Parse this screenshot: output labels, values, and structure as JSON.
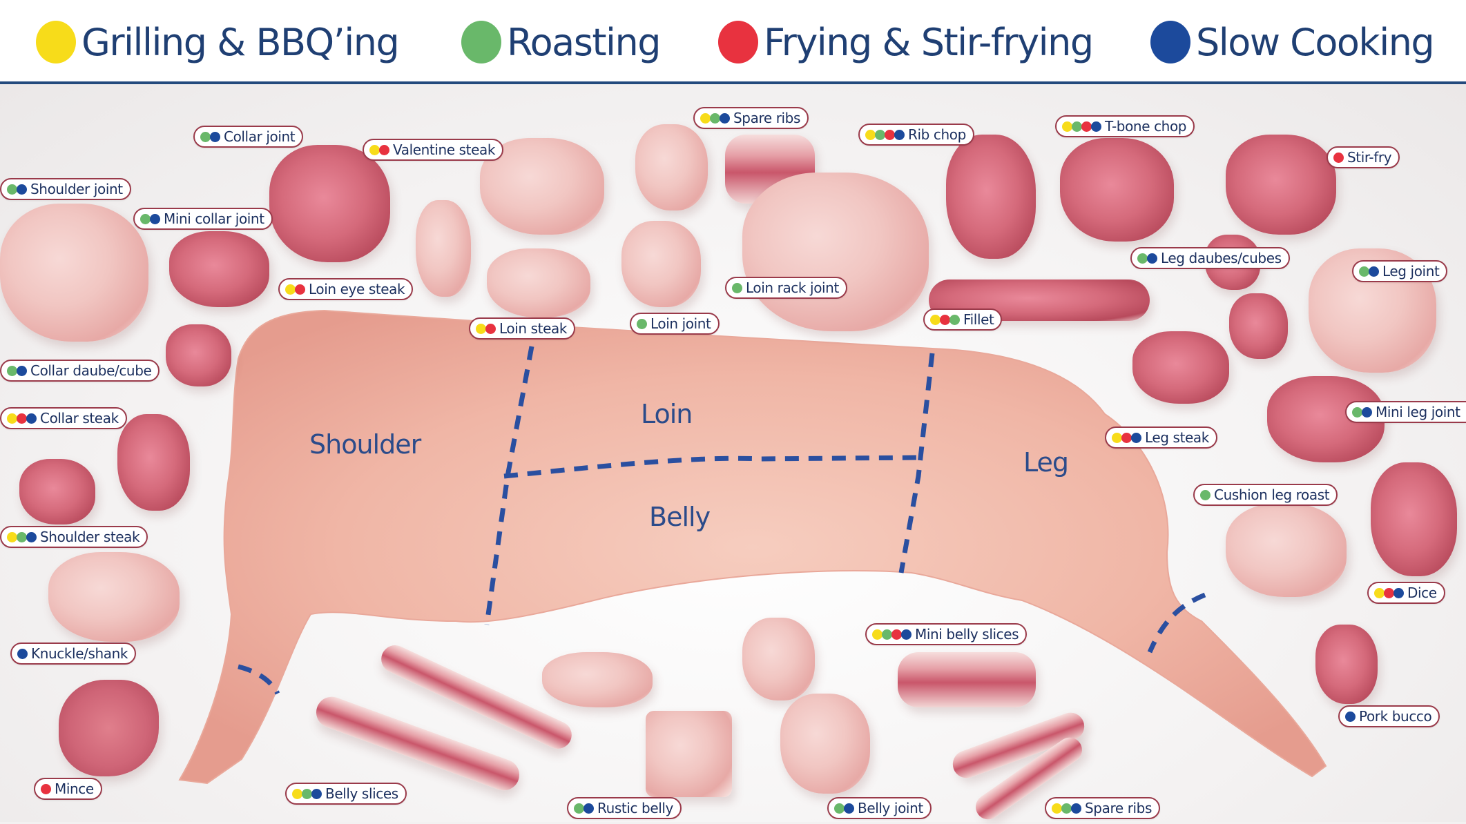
{
  "legend": {
    "methods": [
      {
        "key": "grill",
        "label": "Grilling & BBQ’ing",
        "color": "#f7dc1a",
        "icon": "yellow-dot-icon"
      },
      {
        "key": "roast",
        "label": "Roasting",
        "color": "#69b86a",
        "icon": "green-dot-icon"
      },
      {
        "key": "fry",
        "label": "Frying & Stir-frying",
        "color": "#e8323f",
        "icon": "red-dot-icon"
      },
      {
        "key": "slow",
        "label": "Slow Cooking",
        "color": "#1c4a9c",
        "icon": "blue-dot-icon"
      }
    ]
  },
  "regions": {
    "shoulder": "Shoulder",
    "loin": "Loin",
    "belly": "Belly",
    "leg": "Leg"
  },
  "cuts": [
    {
      "name": "Collar joint",
      "methods": [
        "roast",
        "slow"
      ]
    },
    {
      "name": "Valentine steak",
      "methods": [
        "grill",
        "fry"
      ]
    },
    {
      "name": "Spare ribs",
      "methods": [
        "grill",
        "roast",
        "slow"
      ]
    },
    {
      "name": "Rib chop",
      "methods": [
        "grill",
        "roast",
        "fry",
        "slow"
      ]
    },
    {
      "name": "T-bone chop",
      "methods": [
        "grill",
        "roast",
        "fry",
        "slow"
      ]
    },
    {
      "name": "Stir-fry",
      "methods": [
        "fry"
      ]
    },
    {
      "name": "Shoulder joint",
      "methods": [
        "roast",
        "slow"
      ]
    },
    {
      "name": "Mini collar joint",
      "methods": [
        "roast",
        "slow"
      ]
    },
    {
      "name": "Loin eye steak",
      "methods": [
        "grill",
        "fry"
      ]
    },
    {
      "name": "Loin steak",
      "methods": [
        "grill",
        "fry"
      ]
    },
    {
      "name": "Loin joint",
      "methods": [
        "roast"
      ]
    },
    {
      "name": "Loin rack joint",
      "methods": [
        "roast"
      ]
    },
    {
      "name": "Fillet",
      "methods": [
        "grill",
        "fry",
        "roast"
      ]
    },
    {
      "name": "Leg daubes/cubes",
      "methods": [
        "roast",
        "slow"
      ]
    },
    {
      "name": "Leg joint",
      "methods": [
        "roast",
        "slow"
      ]
    },
    {
      "name": "Collar daube/cube",
      "methods": [
        "roast",
        "slow"
      ]
    },
    {
      "name": "Collar steak",
      "methods": [
        "grill",
        "fry",
        "slow"
      ]
    },
    {
      "name": "Leg steak",
      "methods": [
        "grill",
        "fry",
        "slow"
      ]
    },
    {
      "name": "Mini leg joint",
      "methods": [
        "roast",
        "slow"
      ]
    },
    {
      "name": "Cushion leg roast",
      "methods": [
        "roast"
      ]
    },
    {
      "name": "Shoulder steak",
      "methods": [
        "grill",
        "roast",
        "slow"
      ]
    },
    {
      "name": "Dice",
      "methods": [
        "grill",
        "fry",
        "slow"
      ]
    },
    {
      "name": "Knuckle/shank",
      "methods": [
        "slow"
      ]
    },
    {
      "name": "Mini belly slices",
      "methods": [
        "grill",
        "roast",
        "fry",
        "slow"
      ]
    },
    {
      "name": "Pork bucco",
      "methods": [
        "slow"
      ]
    },
    {
      "name": "Mince",
      "methods": [
        "fry"
      ]
    },
    {
      "name": "Belly slices",
      "methods": [
        "grill",
        "roast",
        "slow"
      ]
    },
    {
      "name": "Rustic belly",
      "methods": [
        "roast",
        "slow"
      ]
    },
    {
      "name": "Belly joint",
      "methods": [
        "roast",
        "slow"
      ]
    },
    {
      "name": "Spare ribs",
      "methods": [
        "grill",
        "roast",
        "slow"
      ]
    }
  ],
  "colors": {
    "header_rule": "#234a7d",
    "label_text": "#1b2f5e",
    "tag_border": "#9a3a4a",
    "cut_line": "#2a4fa0"
  }
}
